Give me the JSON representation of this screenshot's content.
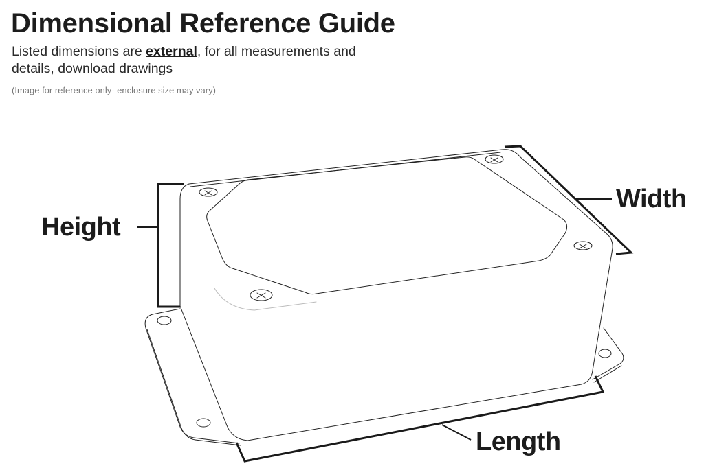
{
  "header": {
    "title": "Dimensional Reference Guide",
    "subtitle_part1": "Listed dimensions are ",
    "subtitle_emphasis": "external",
    "subtitle_part2": ", for all measurements and details, download drawings",
    "note": "(Image for reference only- enclosure size may vary)"
  },
  "diagram": {
    "subject": "enclosure-box-with-mounting-flanges",
    "labels": {
      "height": "Height",
      "width": "Width",
      "length": "Length"
    },
    "colors": {
      "outline": "#222222",
      "bracket": "#1a1a1a",
      "background": "#ffffff"
    }
  }
}
